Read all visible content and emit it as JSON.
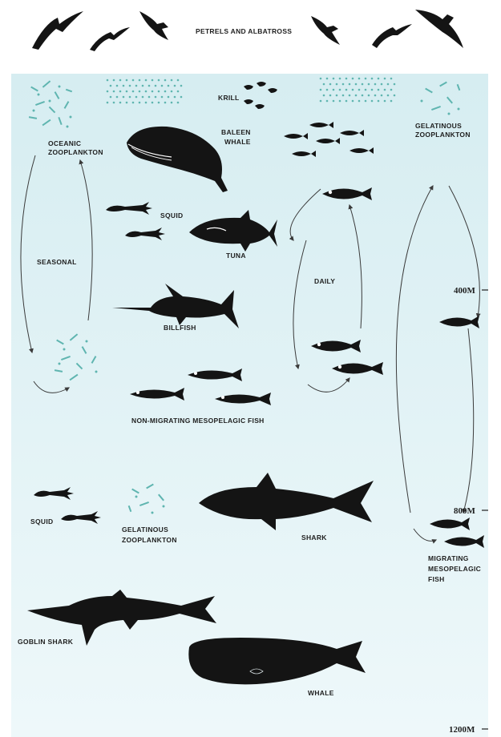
{
  "labels": {
    "petrels": "PETRELS AND ALBATROSS",
    "krill": "KRILL",
    "oceanic_zoo_1": "OCEANIC",
    "oceanic_zoo_2": "ZOOPLANKTON",
    "baleen_1": "BALEEN",
    "baleen_2": "WHALE",
    "gelatinous_top_1": "GELATINOUS",
    "gelatinous_top_2": "ZOOPLANKTON",
    "squid_top": "SQUID",
    "tuna": "TUNA",
    "seasonal": "SEASONAL",
    "daily": "DAILY",
    "billfish": "BILLFISH",
    "non_migrating": "NON-MIGRATING MESOPELAGIC FISH",
    "squid_bottom": "SQUID",
    "gelatinous_bottom_1": "GELATINOUS",
    "gelatinous_bottom_2": "ZOOPLANKTON",
    "shark": "SHARK",
    "migrating_1": "MIGRATING",
    "migrating_2": "MESOPELAGIC",
    "migrating_3": "FISH",
    "goblin_shark": "GOBLIN SHARK",
    "whale": "WHALE"
  },
  "depths": [
    "400M",
    "800M",
    "1200M"
  ],
  "colors": {
    "ocean_top": "#d8eef1",
    "ocean_bottom": "#eef8fa",
    "plankton": "#5fb5b0",
    "silhouette": "#141414"
  }
}
